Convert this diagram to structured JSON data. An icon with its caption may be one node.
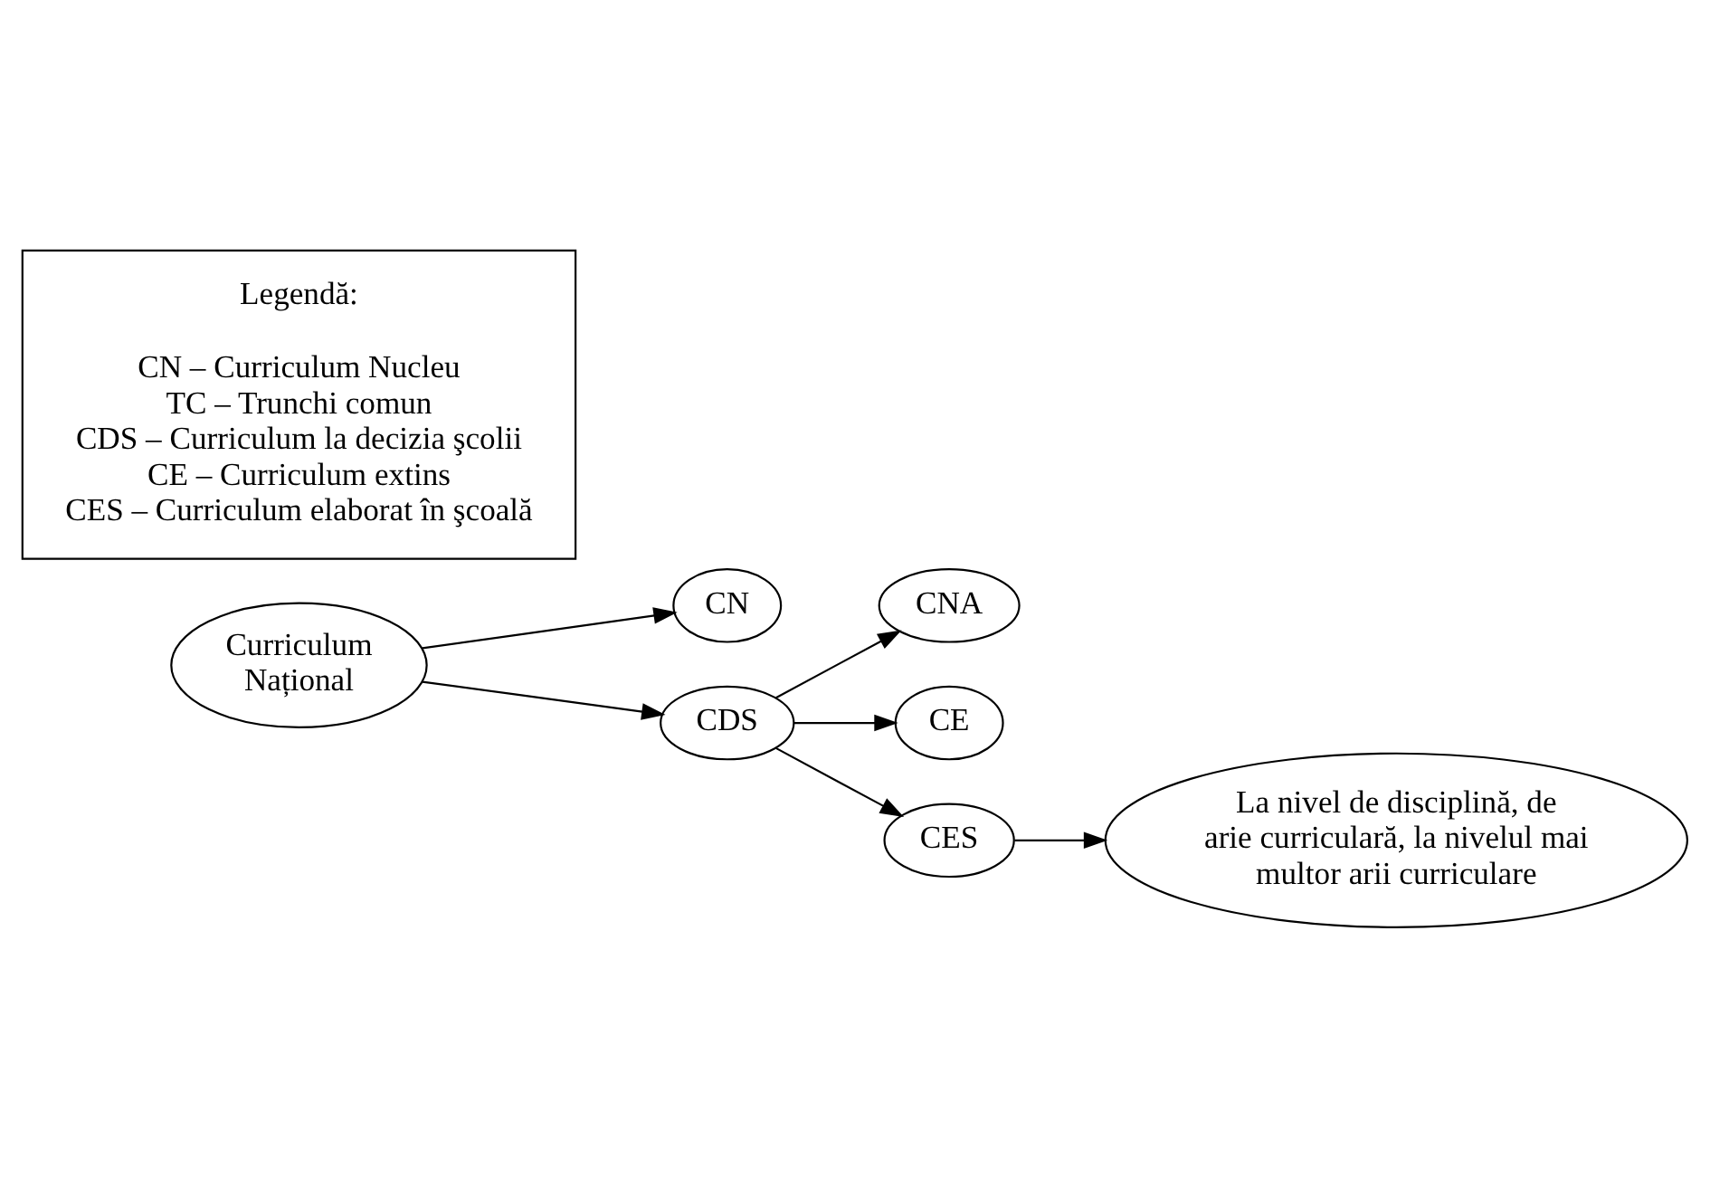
{
  "diagram": {
    "nodes": [
      {
        "text": [
          "Curriculum Național"
        ]
      },
      {
        "text": [
          "CN"
        ]
      },
      {
        "text": [
          "CDS"
        ]
      },
      {
        "text": [
          "CNA"
        ]
      },
      {
        "text": [
          "CE"
        ]
      },
      {
        "text": [
          "CES"
        ]
      },
      {
        "text": [
          "La nivel de disciplină, de arie curriculară, la nivelul mai multor arii curriculare"
        ]
      },
      {
        "text": [
          "Legendă:",
          "CN – Curriculum Nucleu",
          "TC – Trunchi comun",
          "CDS – Curriculum la decizia şcolii",
          "CE – Curriculum extins",
          "CES – Curriculum elaborat în şcoală"
        ]
      }
    ],
    "edges": [
      {
        "from": 0,
        "to": 1,
        "arrow": "to"
      },
      {
        "from": 0,
        "to": 2,
        "arrow": "to"
      },
      {
        "from": 2,
        "to": 3,
        "arrow": "to"
      },
      {
        "from": 2,
        "to": 4,
        "arrow": "to"
      },
      {
        "from": 2,
        "to": 5,
        "arrow": "to"
      },
      {
        "from": 5,
        "to": 6,
        "arrow": "to"
      }
    ]
  }
}
